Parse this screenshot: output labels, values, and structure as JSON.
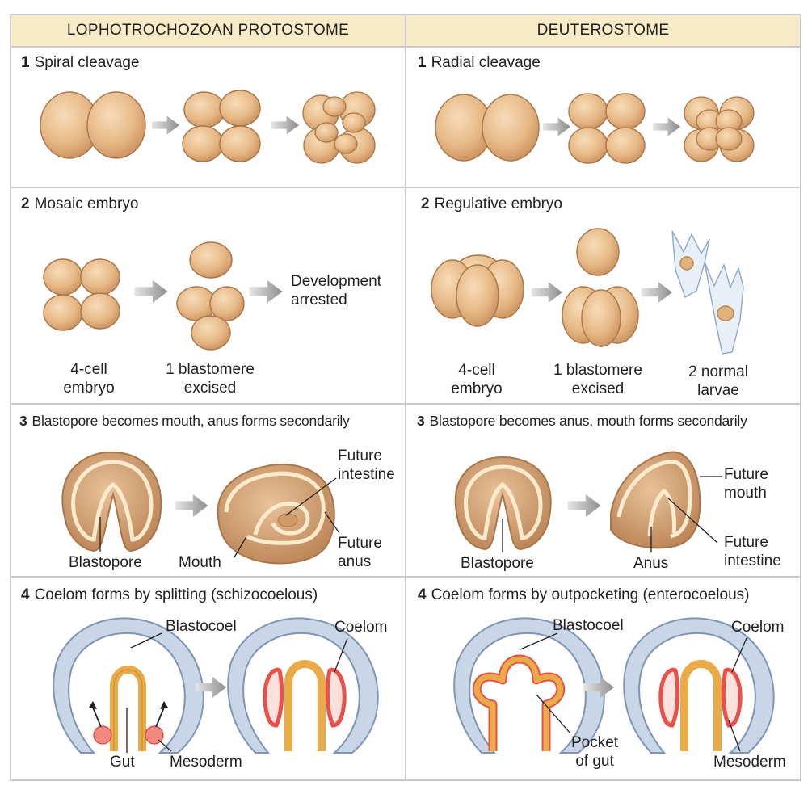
{
  "columns": {
    "left_header": "LOPHOTROCHOZOAN PROTOSTOME",
    "right_header": "DEUTEROSTOME"
  },
  "rows": [
    {
      "left": {
        "num": "1",
        "title": "Spiral cleavage"
      },
      "right": {
        "num": "1",
        "title": "Radial cleavage"
      }
    },
    {
      "left": {
        "num": "2",
        "title": "Mosaic embryo",
        "labels": {
          "four_cell_1": "4-cell",
          "four_cell_2": "embryo",
          "excised_1": "1 blastomere",
          "excised_2": "excised",
          "arrested_1": "Development",
          "arrested_2": "arrested"
        }
      },
      "right": {
        "num": "2",
        "title": "Regulative embryo",
        "labels": {
          "four_cell_1": "4-cell",
          "four_cell_2": "embryo",
          "excised_1": "1 blastomere",
          "excised_2": "excised",
          "larvae_1": "2 normal",
          "larvae_2": "larvae"
        }
      }
    },
    {
      "left": {
        "num": "3",
        "title": "Blastopore becomes mouth, anus forms secondarily",
        "labels": {
          "blastopore": "Blastopore",
          "mouth": "Mouth",
          "intestine_1": "Future",
          "intestine_2": "intestine",
          "anus_1": "Future",
          "anus_2": "anus"
        }
      },
      "right": {
        "num": "3",
        "title": "Blastopore becomes anus, mouth forms secondarily",
        "labels": {
          "blastopore": "Blastopore",
          "anus": "Anus",
          "mouth_1": "Future",
          "mouth_2": "mouth",
          "intestine_1": "Future",
          "intestine_2": "intestine"
        }
      }
    },
    {
      "left": {
        "num": "4",
        "title": "Coelom forms by splitting (schizocoelous)",
        "labels": {
          "blastocoel": "Blastocoel",
          "coelom": "Coelom",
          "gut": "Gut",
          "mesoderm": "Mesoderm"
        }
      },
      "right": {
        "num": "4",
        "title": "Coelom forms by outpocketing (enterocoelous)",
        "labels": {
          "blastocoel": "Blastocoel",
          "coelom": "Coelom",
          "pocket_1": "Pocket",
          "pocket_2": "of gut",
          "mesoderm": "Mesoderm"
        }
      }
    }
  ],
  "colors": {
    "header_bg": "#f8ecc8",
    "grid": "#c9c9c9",
    "cell_fill": "#e7b987",
    "cell_edge": "#a8774a",
    "arrow": "#9a9a9a",
    "ectoderm": "#c9d6e8",
    "gut": "#e8ab47",
    "mesoderm": "#e9504a"
  }
}
